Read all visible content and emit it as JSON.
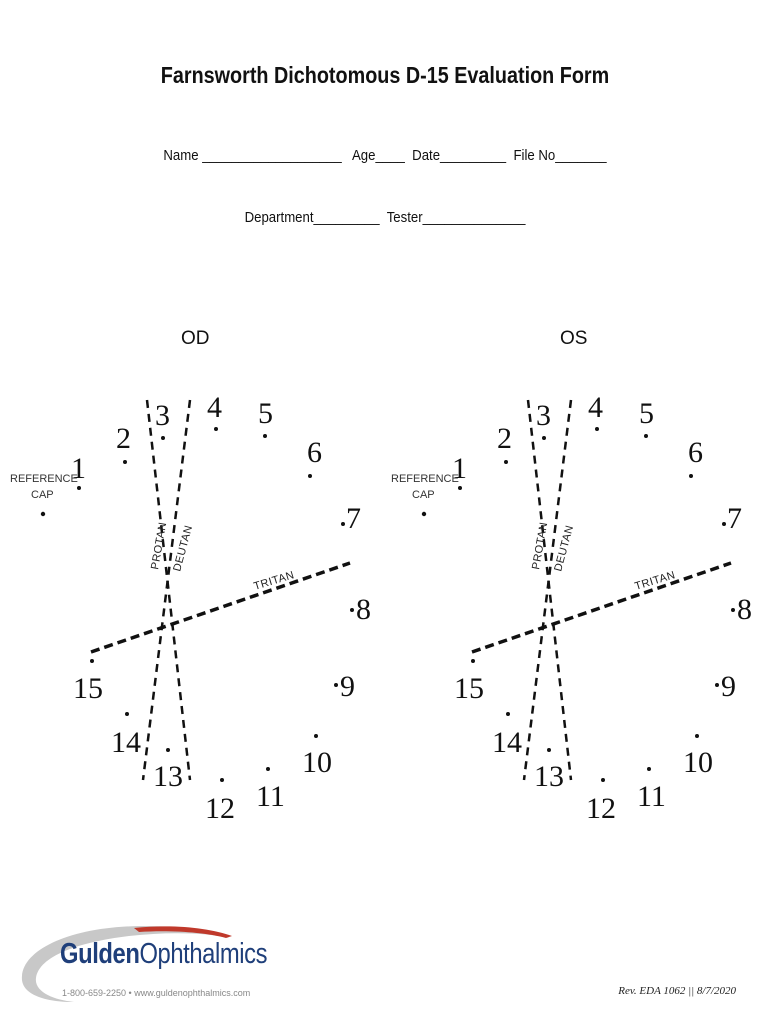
{
  "form": {
    "title": "Farnsworth Dichotomous D-15 Evaluation Form",
    "line1": "Name ___________________   Age____  Date_________  File No_______",
    "line2": "Department_________  Tester______________"
  },
  "eyes": {
    "left_label": "OD",
    "right_label": "OS"
  },
  "diagram": {
    "reference_label": "REFERENCE",
    "reference_label2": "CAP",
    "protan": "PROTAN",
    "deutan": "DEUTAN",
    "tritan": "TRITAN",
    "caps": [
      "1",
      "2",
      "3",
      "4",
      "5",
      "6",
      "7",
      "8",
      "9",
      "10",
      "11",
      "12",
      "13",
      "14",
      "15"
    ]
  },
  "footer": {
    "logo_bold": "Gulden",
    "logo_regular": "Ophthalmics",
    "contact": "1-800-659-2250 • www.guldenophthalmics.com",
    "revision": "Rev. EDA 1062 || 8/7/2020"
  }
}
